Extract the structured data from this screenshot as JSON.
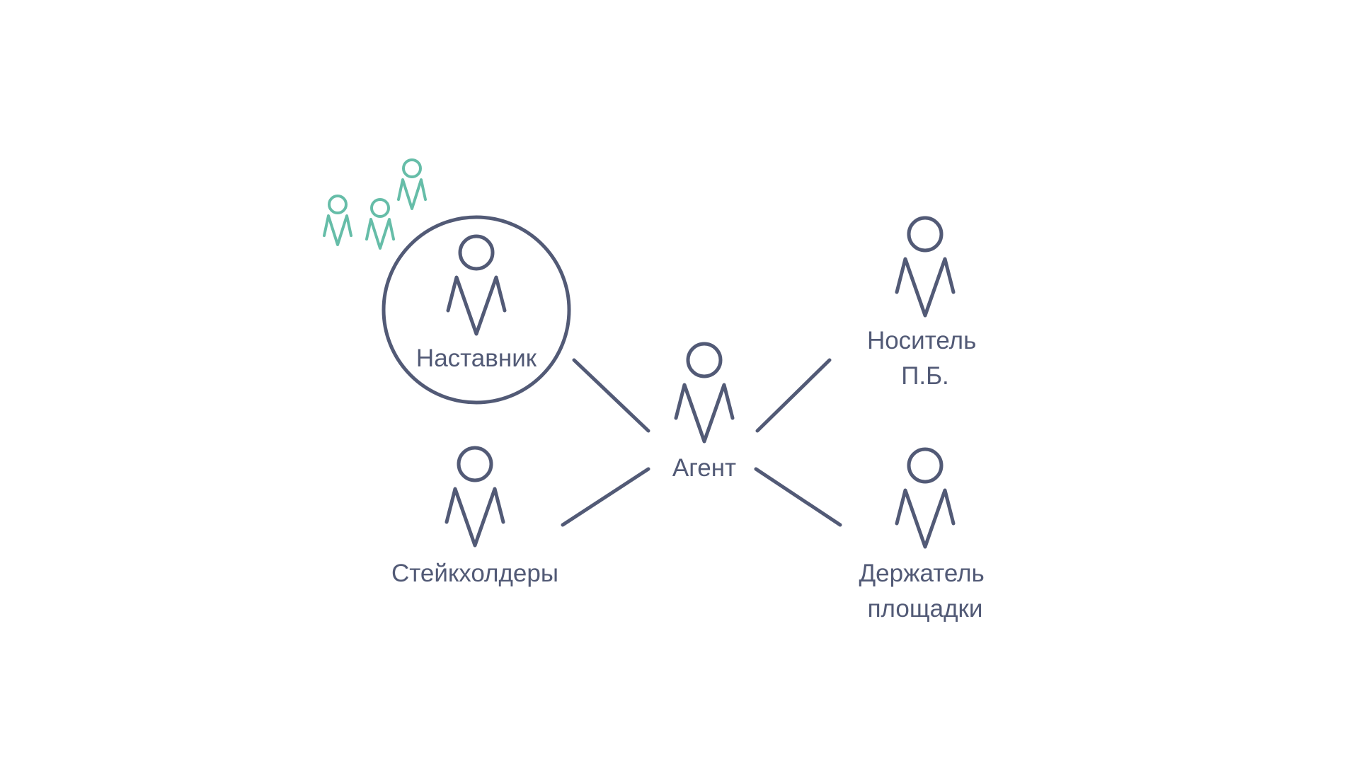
{
  "colors": {
    "background": "#ffffff",
    "primary": "#525a76",
    "accent": "#66bda8"
  },
  "nodes": [
    {
      "id": "mentor",
      "icon": "person-icon",
      "label_lines": [
        "Наставник"
      ]
    },
    {
      "id": "agent",
      "icon": "person-icon",
      "label_lines": [
        "Агент"
      ]
    },
    {
      "id": "stakeholders",
      "icon": "person-icon",
      "label_lines": [
        "Стейкхолдеры"
      ]
    },
    {
      "id": "carrier",
      "icon": "person-icon",
      "label_lines": [
        "Носитель",
        "П.Б."
      ]
    },
    {
      "id": "platform-holder",
      "icon": "person-icon",
      "label_lines": [
        "Держатель",
        "площадки"
      ]
    }
  ],
  "connections": [
    {
      "from": "agent",
      "to": "mentor"
    },
    {
      "from": "agent",
      "to": "stakeholders"
    },
    {
      "from": "agent",
      "to": "carrier"
    },
    {
      "from": "agent",
      "to": "platform-holder"
    }
  ],
  "decorations": {
    "mentor_ring_icon": "circle-icon",
    "group_icon": "people-group-icon",
    "group_size": 3
  }
}
